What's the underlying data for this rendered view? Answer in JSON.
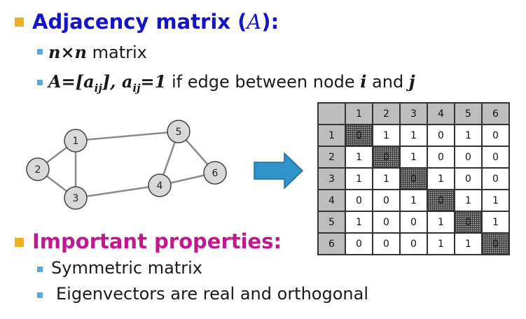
{
  "heading1": {
    "title": "Adjacency matrix (",
    "symbol": "A",
    "title_end": "):"
  },
  "bullet_nxn": {
    "math": "n×n",
    "text": " matrix"
  },
  "bullet_def": {
    "lhs": "A=[a",
    "lhs_sub": "ij",
    "mid": "], a",
    "mid_sub": "ij",
    "rhs": "=1",
    "text": " if edge between node ",
    "node_i": "i",
    "and_text": " and ",
    "node_j": "j"
  },
  "heading2": {
    "title": "Important properties:"
  },
  "properties": [
    "Symmetric matrix",
    "Eigenvectors are real and orthogonal"
  ],
  "graph": {
    "nodes": [
      {
        "id": "1",
        "label": "1"
      },
      {
        "id": "2",
        "label": "2"
      },
      {
        "id": "3",
        "label": "3"
      },
      {
        "id": "4",
        "label": "4"
      },
      {
        "id": "5",
        "label": "5"
      },
      {
        "id": "6",
        "label": "6"
      }
    ],
    "edges": [
      [
        "1",
        "2"
      ],
      [
        "1",
        "3"
      ],
      [
        "2",
        "3"
      ],
      [
        "1",
        "5"
      ],
      [
        "3",
        "4"
      ],
      [
        "4",
        "5"
      ],
      [
        "4",
        "6"
      ],
      [
        "5",
        "6"
      ]
    ]
  },
  "matrix": {
    "headers": [
      "1",
      "2",
      "3",
      "4",
      "5",
      "6"
    ],
    "rows": [
      [
        "0",
        "1",
        "1",
        "0",
        "1",
        "0"
      ],
      [
        "1",
        "0",
        "1",
        "0",
        "0",
        "0"
      ],
      [
        "1",
        "1",
        "0",
        "1",
        "0",
        "0"
      ],
      [
        "0",
        "0",
        "1",
        "0",
        "1",
        "1"
      ],
      [
        "1",
        "0",
        "0",
        "1",
        "0",
        "1"
      ],
      [
        "0",
        "0",
        "0",
        "1",
        "1",
        "0"
      ]
    ]
  },
  "colors": {
    "heading1": "#1414c8",
    "heading2": "#c1188f",
    "bullet_primary": "#f0b020",
    "bullet_secondary": "#5aa9d6",
    "arrow": "#2f93c9",
    "node_fill": "#d9d9d9"
  }
}
